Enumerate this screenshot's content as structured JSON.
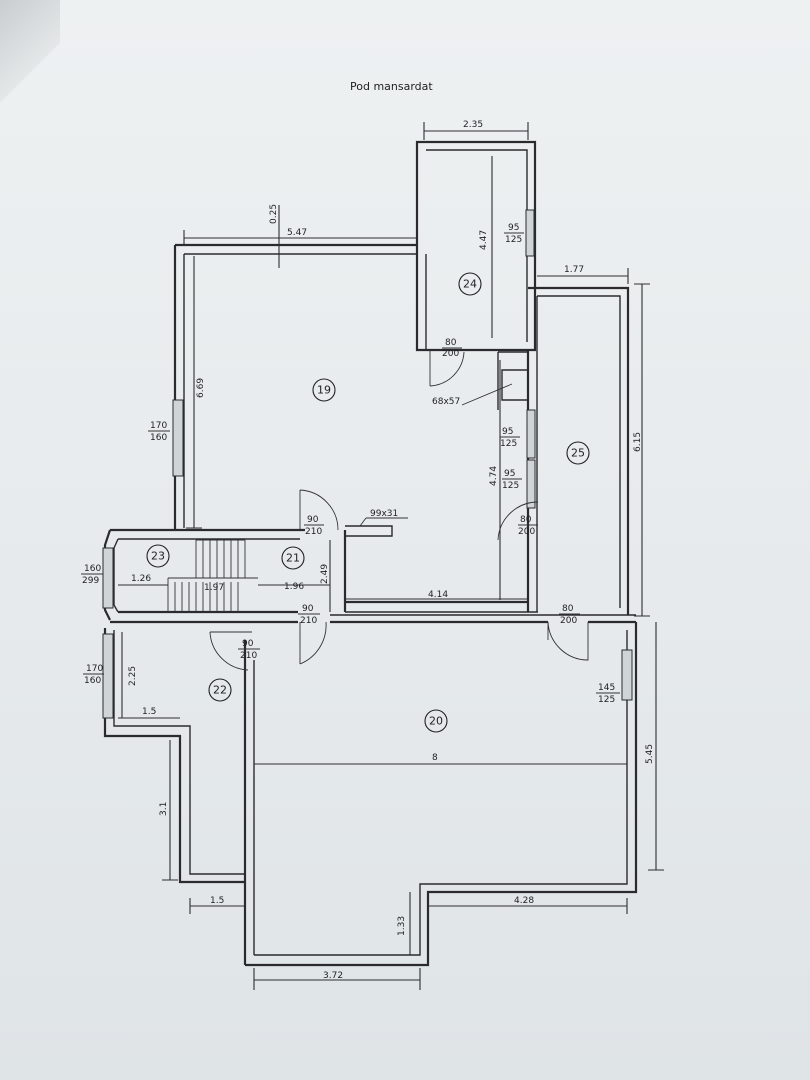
{
  "title": "Pod mansardat",
  "rooms": [
    "19",
    "20",
    "21",
    "22",
    "23",
    "24",
    "25"
  ],
  "dimensions": {
    "d_235": "2.35",
    "d_025": "0.25",
    "d_547": "5.47",
    "d_447": "4.47",
    "d_177": "1.77",
    "d_669": "6.69",
    "d_615": "6.15",
    "d_474": "4.74",
    "d_414": "4.14",
    "d_126": "1.26",
    "d_197": "1.97",
    "d_196": "1.96",
    "d_249": "2.49",
    "d_225": "2.25",
    "d_15a": "1.5",
    "d_8": "8",
    "d_545": "5.45",
    "d_31": "3.1",
    "d_15b": "1.5",
    "d_133": "1.33",
    "d_428": "4.28",
    "d_372": "3.72"
  },
  "labels": {
    "w24_top": "95",
    "w24_bot": "125",
    "door24_top": "80",
    "door24_bot": "200",
    "shaft": "68x57",
    "w19_top": "170",
    "w19_bot": "160",
    "w25a_top": "95",
    "w25a_bot": "125",
    "w25b_top": "95",
    "w25b_bot": "125",
    "door25w_top": "80",
    "door25w_bot": "200",
    "chim": "99x31",
    "door21_top": "90",
    "door21_bot": "210",
    "w23_top": "160",
    "w23_bot": "299",
    "door21b_top": "90",
    "door21b_bot": "210",
    "door25b_top": "80",
    "door25b_bot": "200",
    "door22_top": "90",
    "door22_bot": "210",
    "w22_top": "170",
    "w22_bot": "160",
    "w20_top": "145",
    "w20_bot": "125"
  }
}
